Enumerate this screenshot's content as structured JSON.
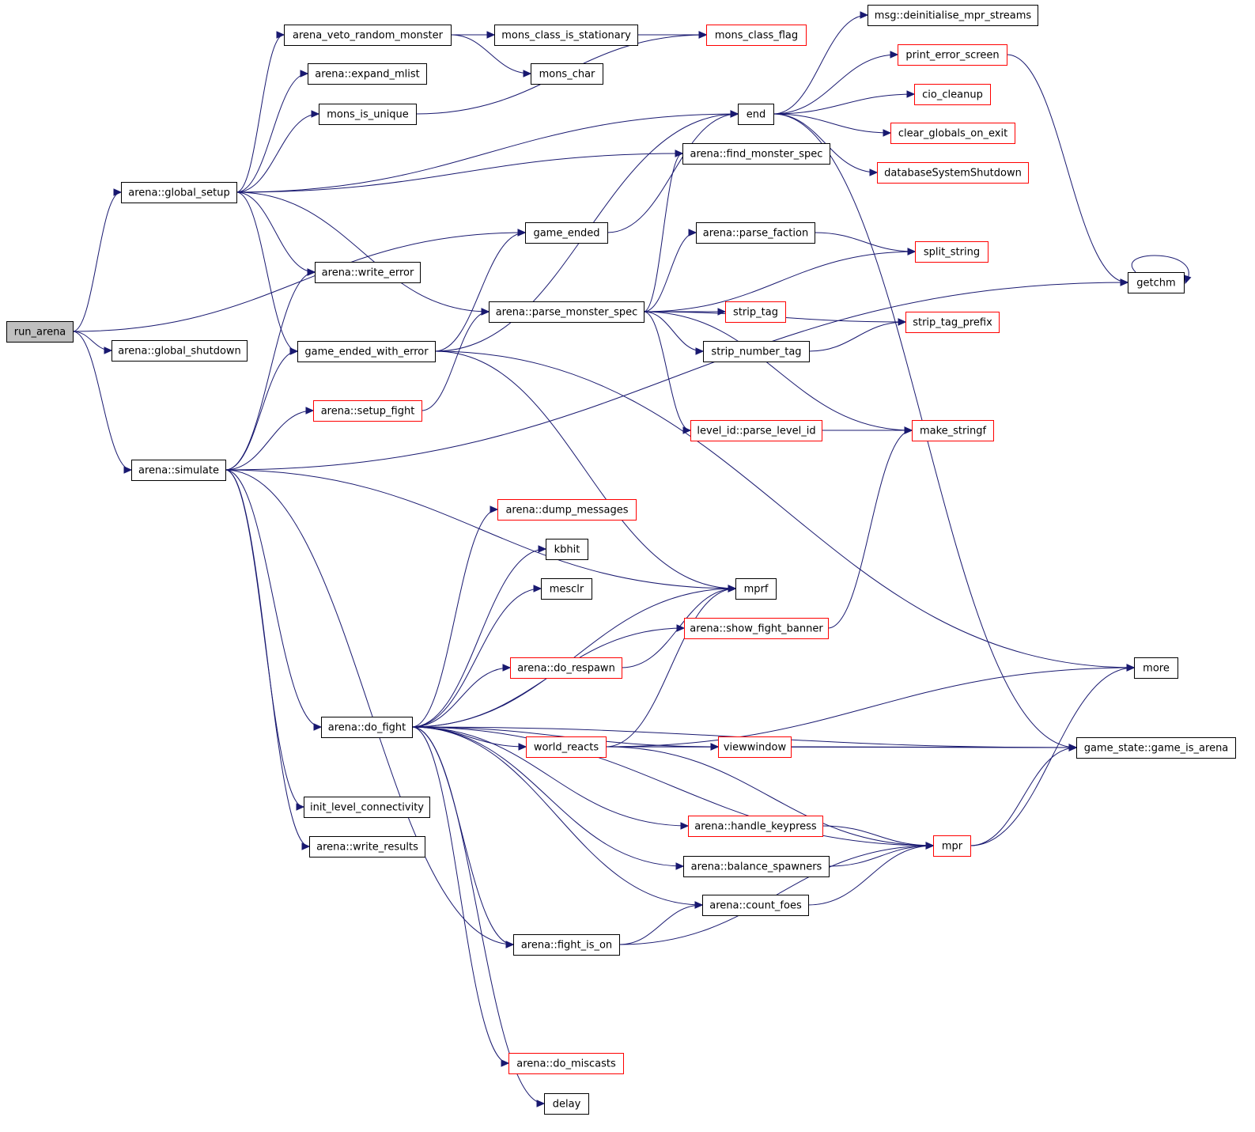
{
  "diagram": {
    "type": "call-graph",
    "colors": {
      "edge": "#191970",
      "node_border": "#000000",
      "truncated_border": "#ff0000",
      "root_fill": "#bfbfbf"
    },
    "nodes": [
      {
        "id": "run_arena",
        "label": "run_arena",
        "kind": "root"
      },
      {
        "id": "global_setup",
        "label": "arena::global_setup",
        "kind": "normal"
      },
      {
        "id": "global_shutdown",
        "label": "arena::global_shutdown",
        "kind": "normal"
      },
      {
        "id": "simulate",
        "label": "arena::simulate",
        "kind": "normal"
      },
      {
        "id": "veto",
        "label": "arena_veto_random_monster",
        "kind": "normal"
      },
      {
        "id": "expand_mlist",
        "label": "arena::expand_mlist",
        "kind": "normal"
      },
      {
        "id": "mons_is_unique",
        "label": "mons_is_unique",
        "kind": "normal"
      },
      {
        "id": "write_error",
        "label": "arena::write_error",
        "kind": "normal"
      },
      {
        "id": "game_ended_with_error",
        "label": "game_ended_with_error",
        "kind": "normal"
      },
      {
        "id": "setup_fight",
        "label": "arena::setup_fight",
        "kind": "truncated"
      },
      {
        "id": "do_fight",
        "label": "arena::do_fight",
        "kind": "normal"
      },
      {
        "id": "init_level_connectivity",
        "label": "init_level_connectivity",
        "kind": "normal"
      },
      {
        "id": "write_results",
        "label": "arena::write_results",
        "kind": "normal"
      },
      {
        "id": "mons_class_is_stationary",
        "label": "mons_class_is_stationary",
        "kind": "normal"
      },
      {
        "id": "mons_char",
        "label": "mons_char",
        "kind": "normal"
      },
      {
        "id": "game_ended",
        "label": "game_ended",
        "kind": "normal"
      },
      {
        "id": "parse_monster_spec",
        "label": "arena::parse_monster_spec",
        "kind": "normal"
      },
      {
        "id": "dump_messages",
        "label": "arena::dump_messages",
        "kind": "truncated"
      },
      {
        "id": "kbhit",
        "label": "kbhit",
        "kind": "normal"
      },
      {
        "id": "mesclr",
        "label": "mesclr",
        "kind": "normal"
      },
      {
        "id": "do_respawn",
        "label": "arena::do_respawn",
        "kind": "truncated"
      },
      {
        "id": "world_reacts",
        "label": "world_reacts",
        "kind": "truncated"
      },
      {
        "id": "fight_is_on",
        "label": "arena::fight_is_on",
        "kind": "normal"
      },
      {
        "id": "do_miscasts",
        "label": "arena::do_miscasts",
        "kind": "truncated"
      },
      {
        "id": "delay",
        "label": "delay",
        "kind": "normal"
      },
      {
        "id": "mons_class_flag",
        "label": "mons_class_flag",
        "kind": "truncated"
      },
      {
        "id": "end",
        "label": "end",
        "kind": "normal"
      },
      {
        "id": "find_monster_spec",
        "label": "arena::find_monster_spec",
        "kind": "normal"
      },
      {
        "id": "parse_faction",
        "label": "arena::parse_faction",
        "kind": "normal"
      },
      {
        "id": "strip_tag",
        "label": "strip_tag",
        "kind": "truncated"
      },
      {
        "id": "strip_number_tag",
        "label": "strip_number_tag",
        "kind": "normal"
      },
      {
        "id": "parse_level_id",
        "label": "level_id::parse_level_id",
        "kind": "truncated"
      },
      {
        "id": "mprf",
        "label": "mprf",
        "kind": "normal"
      },
      {
        "id": "show_fight_banner",
        "label": "arena::show_fight_banner",
        "kind": "truncated"
      },
      {
        "id": "viewwindow",
        "label": "viewwindow",
        "kind": "truncated"
      },
      {
        "id": "handle_keypress",
        "label": "arena::handle_keypress",
        "kind": "truncated"
      },
      {
        "id": "balance_spawners",
        "label": "arena::balance_spawners",
        "kind": "normal"
      },
      {
        "id": "count_foes",
        "label": "arena::count_foes",
        "kind": "normal"
      },
      {
        "id": "msg_deinit",
        "label": "msg::deinitialise_mpr_streams",
        "kind": "normal"
      },
      {
        "id": "print_error_screen",
        "label": "print_error_screen",
        "kind": "truncated"
      },
      {
        "id": "cio_cleanup",
        "label": "cio_cleanup",
        "kind": "truncated"
      },
      {
        "id": "clear_globals",
        "label": "clear_globals_on_exit",
        "kind": "truncated"
      },
      {
        "id": "db_shutdown",
        "label": "databaseSystemShutdown",
        "kind": "truncated"
      },
      {
        "id": "split_string",
        "label": "split_string",
        "kind": "truncated"
      },
      {
        "id": "strip_tag_prefix",
        "label": "strip_tag_prefix",
        "kind": "truncated"
      },
      {
        "id": "make_stringf",
        "label": "make_stringf",
        "kind": "truncated"
      },
      {
        "id": "mpr",
        "label": "mpr",
        "kind": "truncated"
      },
      {
        "id": "getchm",
        "label": "getchm",
        "kind": "normal"
      },
      {
        "id": "more",
        "label": "more",
        "kind": "normal"
      },
      {
        "id": "game_is_arena",
        "label": "game_state::game_is_arena",
        "kind": "normal"
      }
    ],
    "edges": [
      [
        "run_arena",
        "global_setup"
      ],
      [
        "run_arena",
        "global_shutdown"
      ],
      [
        "run_arena",
        "simulate"
      ],
      [
        "run_arena",
        "game_ended"
      ],
      [
        "global_setup",
        "veto"
      ],
      [
        "global_setup",
        "expand_mlist"
      ],
      [
        "global_setup",
        "mons_is_unique"
      ],
      [
        "global_setup",
        "end"
      ],
      [
        "global_setup",
        "find_monster_spec"
      ],
      [
        "global_setup",
        "parse_monster_spec"
      ],
      [
        "global_setup",
        "write_error"
      ],
      [
        "global_setup",
        "game_ended_with_error"
      ],
      [
        "veto",
        "mons_class_is_stationary"
      ],
      [
        "veto",
        "mons_class_flag"
      ],
      [
        "veto",
        "mons_char"
      ],
      [
        "mons_class_is_stationary",
        "mons_class_flag"
      ],
      [
        "mons_is_unique",
        "mons_class_flag"
      ],
      [
        "simulate",
        "write_error"
      ],
      [
        "simulate",
        "game_ended_with_error"
      ],
      [
        "simulate",
        "setup_fight"
      ],
      [
        "simulate",
        "getchm"
      ],
      [
        "simulate",
        "mprf"
      ],
      [
        "simulate",
        "do_fight"
      ],
      [
        "simulate",
        "init_level_connectivity"
      ],
      [
        "simulate",
        "write_results"
      ],
      [
        "simulate",
        "fight_is_on"
      ],
      [
        "game_ended_with_error",
        "game_ended"
      ],
      [
        "game_ended_with_error",
        "end"
      ],
      [
        "game_ended_with_error",
        "mprf"
      ],
      [
        "game_ended_with_error",
        "more"
      ],
      [
        "game_ended",
        "end"
      ],
      [
        "setup_fight",
        "parse_monster_spec"
      ],
      [
        "parse_monster_spec",
        "find_monster_spec"
      ],
      [
        "parse_monster_spec",
        "parse_faction"
      ],
      [
        "parse_monster_spec",
        "split_string"
      ],
      [
        "parse_monster_spec",
        "strip_tag_prefix"
      ],
      [
        "parse_monster_spec",
        "strip_tag"
      ],
      [
        "parse_monster_spec",
        "strip_number_tag"
      ],
      [
        "parse_monster_spec",
        "make_stringf"
      ],
      [
        "parse_monster_spec",
        "parse_level_id"
      ],
      [
        "parse_faction",
        "split_string"
      ],
      [
        "strip_number_tag",
        "strip_tag_prefix"
      ],
      [
        "parse_level_id",
        "make_stringf"
      ],
      [
        "end",
        "msg_deinit"
      ],
      [
        "end",
        "print_error_screen"
      ],
      [
        "end",
        "cio_cleanup"
      ],
      [
        "end",
        "clear_globals"
      ],
      [
        "end",
        "db_shutdown"
      ],
      [
        "end",
        "game_is_arena"
      ],
      [
        "print_error_screen",
        "getchm"
      ],
      [
        "getchm",
        "getchm"
      ],
      [
        "do_fight",
        "dump_messages"
      ],
      [
        "do_fight",
        "kbhit"
      ],
      [
        "do_fight",
        "mesclr"
      ],
      [
        "do_fight",
        "mprf"
      ],
      [
        "do_fight",
        "show_fight_banner"
      ],
      [
        "do_fight",
        "do_respawn"
      ],
      [
        "do_fight",
        "world_reacts"
      ],
      [
        "do_fight",
        "viewwindow"
      ],
      [
        "do_fight",
        "handle_keypress"
      ],
      [
        "do_fight",
        "balance_spawners"
      ],
      [
        "do_fight",
        "count_foes"
      ],
      [
        "do_fight",
        "fight_is_on"
      ],
      [
        "do_fight",
        "mpr"
      ],
      [
        "do_fight",
        "game_is_arena"
      ],
      [
        "do_fight",
        "do_miscasts"
      ],
      [
        "do_fight",
        "delay"
      ],
      [
        "do_respawn",
        "mprf"
      ],
      [
        "show_fight_banner",
        "make_stringf"
      ],
      [
        "world_reacts",
        "mprf"
      ],
      [
        "world_reacts",
        "viewwindow"
      ],
      [
        "world_reacts",
        "more"
      ],
      [
        "world_reacts",
        "game_is_arena"
      ],
      [
        "world_reacts",
        "mpr"
      ],
      [
        "viewwindow",
        "game_is_arena"
      ],
      [
        "handle_keypress",
        "mpr"
      ],
      [
        "balance_spawners",
        "mpr"
      ],
      [
        "count_foes",
        "mpr"
      ],
      [
        "fight_is_on",
        "count_foes"
      ],
      [
        "fight_is_on",
        "mpr"
      ],
      [
        "mpr",
        "more"
      ],
      [
        "mpr",
        "game_is_arena"
      ]
    ]
  }
}
